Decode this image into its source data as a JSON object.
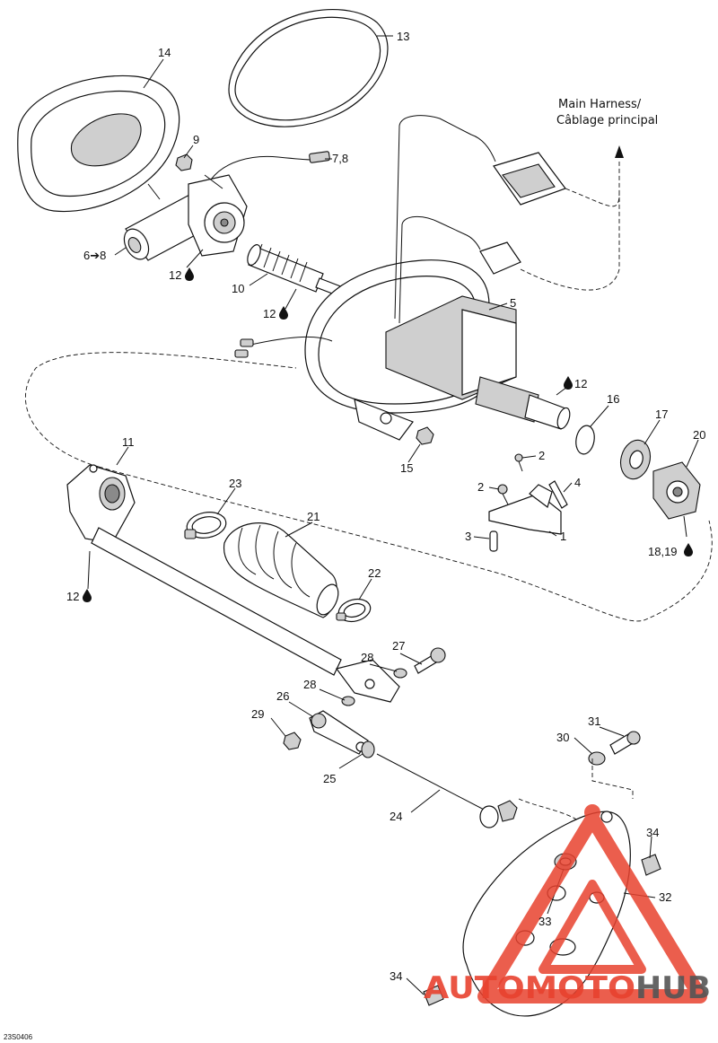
{
  "callouts": [
    {
      "id": "c14",
      "label": "14"
    },
    {
      "id": "c13",
      "label": "13"
    },
    {
      "id": "c9",
      "label": "9"
    },
    {
      "id": "c78",
      "label": "7,8"
    },
    {
      "id": "c68",
      "label": "6➔8"
    },
    {
      "id": "c12a",
      "label": "12"
    },
    {
      "id": "c10",
      "label": "10"
    },
    {
      "id": "c12b",
      "label": "12"
    },
    {
      "id": "c5",
      "label": "5"
    },
    {
      "id": "c12c",
      "label": "12"
    },
    {
      "id": "c16",
      "label": "16"
    },
    {
      "id": "c17",
      "label": "17"
    },
    {
      "id": "c20",
      "label": "20"
    },
    {
      "id": "c11",
      "label": "11"
    },
    {
      "id": "c15",
      "label": "15"
    },
    {
      "id": "c2a",
      "label": "2"
    },
    {
      "id": "c2b",
      "label": "2"
    },
    {
      "id": "c4",
      "label": "4"
    },
    {
      "id": "c3",
      "label": "3"
    },
    {
      "id": "c1",
      "label": "1"
    },
    {
      "id": "c1819",
      "label": "18,19"
    },
    {
      "id": "c23",
      "label": "23"
    },
    {
      "id": "c21",
      "label": "21"
    },
    {
      "id": "c12d",
      "label": "12"
    },
    {
      "id": "c22",
      "label": "22"
    },
    {
      "id": "c27",
      "label": "27"
    },
    {
      "id": "c28a",
      "label": "28"
    },
    {
      "id": "c28b",
      "label": "28"
    },
    {
      "id": "c26",
      "label": "26"
    },
    {
      "id": "c29",
      "label": "29"
    },
    {
      "id": "c31",
      "label": "31"
    },
    {
      "id": "c30",
      "label": "30"
    },
    {
      "id": "c25",
      "label": "25"
    },
    {
      "id": "c24",
      "label": "24"
    },
    {
      "id": "c34a",
      "label": "34"
    },
    {
      "id": "c32",
      "label": "32"
    },
    {
      "id": "c33",
      "label": "33"
    },
    {
      "id": "c34b",
      "label": "34"
    }
  ],
  "harness_label_line1": "Main Harness/",
  "harness_label_line2": "Câblage principal",
  "drawing_code": "23S0406",
  "watermark": {
    "text_part1": "AUTOMOTO",
    "text_part2": "HUB",
    "color_primary": "#e8422f",
    "color_secondary": "#555555",
    "icon": "triangle-logo-icon"
  },
  "icons": {
    "lubricant": "oil-drop-icon",
    "arrow": "arrow-up-icon"
  }
}
